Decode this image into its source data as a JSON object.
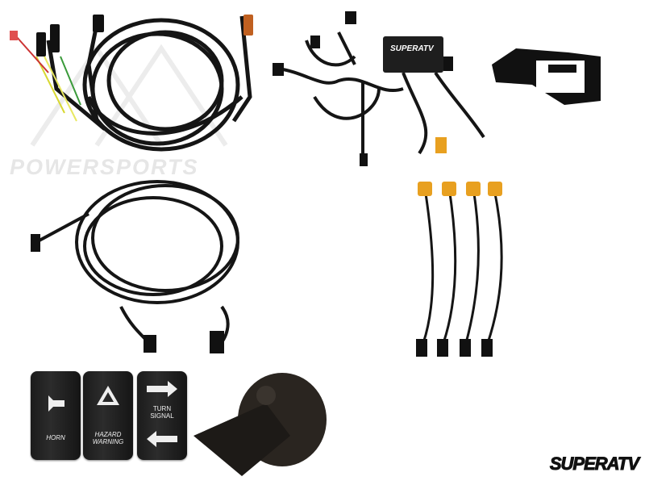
{
  "watermark": {
    "text": "POWERSPORTS"
  },
  "module": {
    "brand": "SUPERATV"
  },
  "switches": [
    {
      "label": "HORN",
      "icon": "horn-icon"
    },
    {
      "label": "HAZARD WARNING",
      "icon": "hazard-triangle-icon"
    },
    {
      "label": "TURN SIGNAL",
      "icon": "arrow-left-right-icon"
    }
  ],
  "brand_logo": {
    "text": "SUPERATV"
  },
  "colors": {
    "wire": "#151515",
    "background": "#ffffff",
    "connector_orange": "#e8a020"
  }
}
